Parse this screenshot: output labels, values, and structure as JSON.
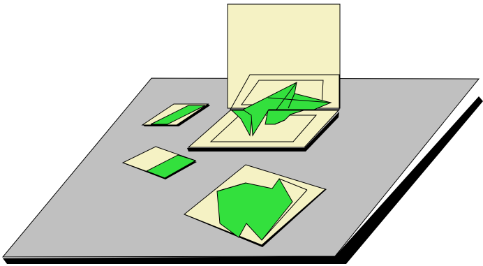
{
  "diagram": {
    "colors": {
      "table_top": "#c0c0c0",
      "table_shadow": "#000000",
      "card": "#f5f2c4",
      "shape_fill": "#33e03d",
      "outline": "#000000",
      "background": "#ffffff"
    },
    "parts": [
      "table",
      "folded-card",
      "small-parallelogram-piece",
      "small-square-piece",
      "large-arrow-piece"
    ]
  }
}
